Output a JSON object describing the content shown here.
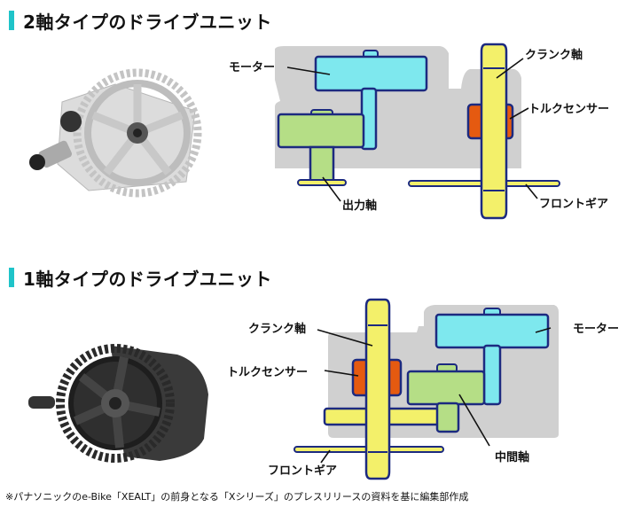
{
  "sections": [
    {
      "title": "2軸タイプのドライブユニット",
      "photo": "silver-drive-unit-photo",
      "labels": {
        "motor": "モーター",
        "output_shaft": "出力軸",
        "crank_shaft": "クランク軸",
        "torque_sensor": "トルクセンサー",
        "front_gear": "フロントギア"
      }
    },
    {
      "title": "1軸タイプのドライブユニット",
      "photo": "black-drive-unit-photo",
      "labels": {
        "crank_shaft": "クランク軸",
        "torque_sensor": "トルクセンサー",
        "motor": "モーター",
        "intermediate_shaft": "中間軸",
        "front_gear": "フロントギア"
      }
    }
  ],
  "colors": {
    "accent_bar": "#1fc4c9",
    "motor": "#7ee8ee",
    "gear_green": "#b5de86",
    "crank_yellow": "#f3f06a",
    "torque_orange": "#e55a10",
    "outline": "#1c2a80",
    "housing": "#d0d0d0"
  },
  "footnote": "※パナソニックのe-Bike「XEALT」の前身となる「Xシリーズ」のプレスリリースの資料を基に編集部作成"
}
